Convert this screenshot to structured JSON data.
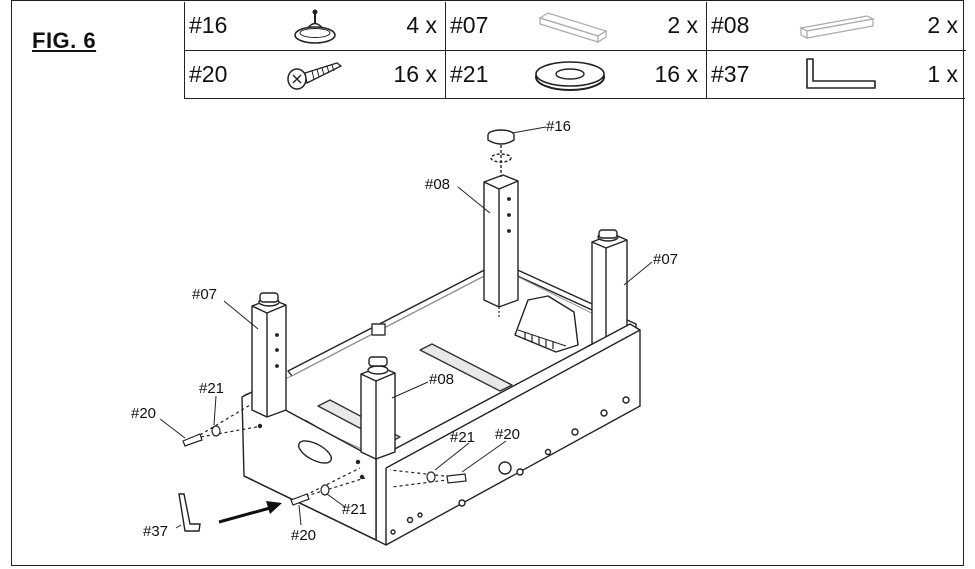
{
  "figure": {
    "title": "FIG. 6"
  },
  "parts_table": [
    {
      "id": "#16",
      "qty": "4 x",
      "icon": "leveling-foot-icon"
    },
    {
      "id": "#07",
      "qty": "2 x",
      "icon": "short-leg-post-icon"
    },
    {
      "id": "#08",
      "qty": "2 x",
      "icon": "long-leg-post-icon"
    },
    {
      "id": "#20",
      "qty": "16 x",
      "icon": "screw-icon"
    },
    {
      "id": "#21",
      "qty": "16 x",
      "icon": "washer-icon"
    },
    {
      "id": "#37",
      "qty": "1 x",
      "icon": "allen-key-icon"
    }
  ],
  "callouts": {
    "c16": "#16",
    "c08_top": "#08",
    "c07_right": "#07",
    "c07_left": "#07",
    "c21_left": "#21",
    "c20_left": "#20",
    "c08_mid": "#08",
    "c21_right": "#21",
    "c20_right": "#20",
    "c21_bottom": "#21",
    "c20_bottom": "#20",
    "c37": "#37"
  }
}
